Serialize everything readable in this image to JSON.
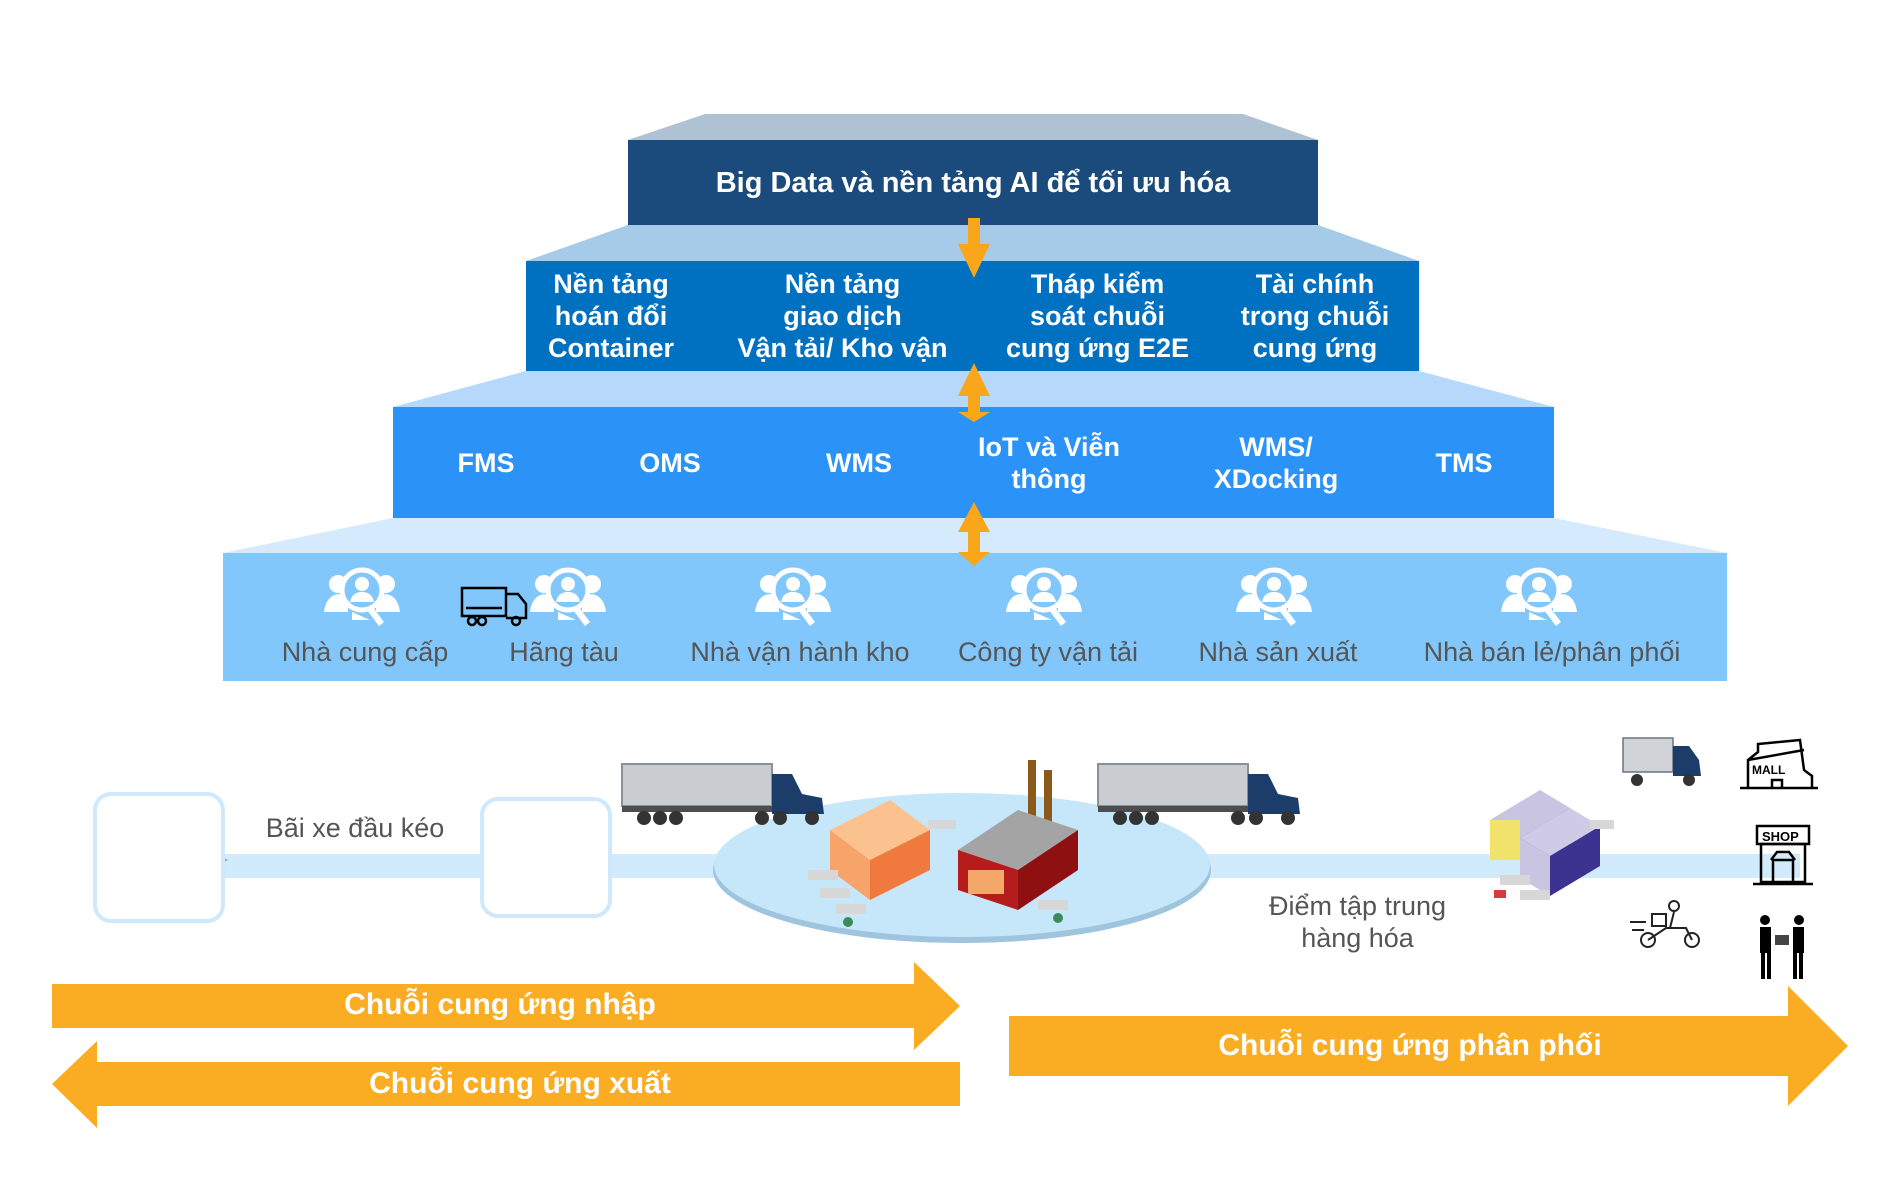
{
  "colors": {
    "tier1_front": "#1a4b7c",
    "tier1_top": "#aec2d4",
    "tier2_front": "#0070c0",
    "tier2_top": "#a6cbe8",
    "tier3_front": "#2b92f7",
    "tier3_top": "#b6d8fb",
    "tier4_front": "#81c7fc",
    "tier4_top": "#d5eafc",
    "connector_arrow": "#faa61a",
    "flow_band": "#d1eafc",
    "hub_ellipse": "#c6e6fa",
    "chain_arrow": "#faad22"
  },
  "pyramid": {
    "tier1": {
      "label": "Big Data và nền tảng AI để tối ưu hóa"
    },
    "tier2": {
      "items": [
        {
          "label": "Nền tảng\nhoán đổi\nContainer"
        },
        {
          "label": "Nền tảng\ngiao dịch\nVận tải/ Kho vận"
        },
        {
          "label": "Tháp kiểm\nsoát chuỗi\ncung ứng E2E"
        },
        {
          "label": "Tài chính\ntrong chuỗi\ncung ứng"
        }
      ]
    },
    "tier3": {
      "items": [
        {
          "label": "FMS"
        },
        {
          "label": "OMS"
        },
        {
          "label": "WMS"
        },
        {
          "label": "IoT và Viễn\nthông"
        },
        {
          "label": "WMS/\nXDocking"
        },
        {
          "label": "TMS"
        }
      ]
    },
    "tier4": {
      "actors": [
        {
          "label": "Nhà cung cấp",
          "icon": "user-search-icon"
        },
        {
          "label": "Hãng tàu",
          "icon": "user-search-icon"
        },
        {
          "label": "Nhà vận hành kho",
          "icon": "user-search-icon"
        },
        {
          "label": "Công ty vận tải",
          "icon": "user-search-icon"
        },
        {
          "label": "Nhà sản xuất",
          "icon": "user-search-icon"
        },
        {
          "label": "Nhà bán lẻ/phân phối",
          "icon": "user-search-icon"
        }
      ]
    }
  },
  "flow": {
    "tractor_yard_label": "Bãi xe đầu kéo",
    "consolidation_label": "Điểm tập trung\nhàng hóa",
    "endpoints": [
      {
        "icon": "delivery-truck-icon"
      },
      {
        "icon": "mall-icon",
        "text": "MALL"
      },
      {
        "icon": "shop-icon",
        "text": "SHOP"
      },
      {
        "icon": "delivery-scooter-icon"
      },
      {
        "icon": "handover-people-icon"
      }
    ]
  },
  "chains": {
    "inbound": "Chuỗi cung ứng nhập",
    "outbound": "Chuỗi cung ứng xuất",
    "distribution": "Chuỗi cung ứng phân phối"
  }
}
